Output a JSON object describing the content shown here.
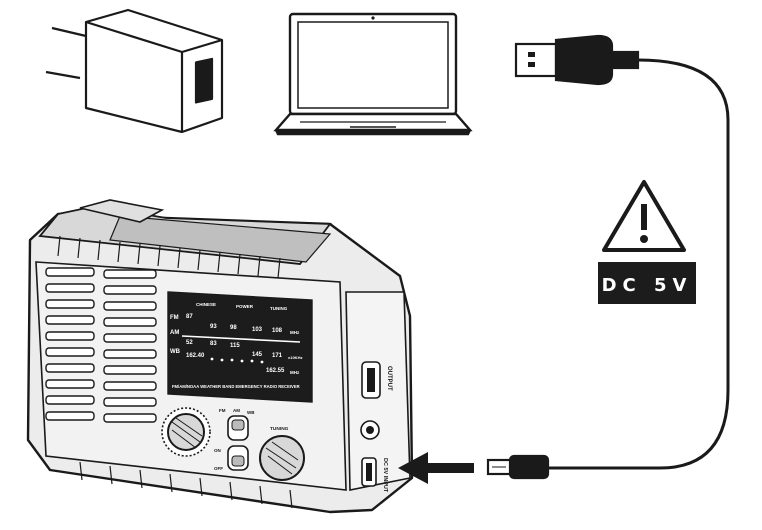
{
  "warning": {
    "label": "DC 5V",
    "icon": "warning-triangle-icon"
  },
  "devices": {
    "wall_adapter": {
      "icon": "wall-adapter-icon"
    },
    "laptop": {
      "icon": "laptop-icon"
    },
    "usb_cable": {
      "icon": "usb-cable-icon"
    }
  },
  "radio": {
    "scale": {
      "bands": [
        {
          "band": "FM",
          "values": [
            "87",
            "93",
            "98",
            "103",
            "108"
          ],
          "unit": "MHz"
        },
        {
          "band": "AM",
          "values": [
            "52",
            "83",
            "115",
            "145",
            "171"
          ],
          "unit": "x10KHz"
        },
        {
          "band": "WB",
          "values": [
            "162.40",
            "162.55"
          ],
          "unit": "MHz"
        }
      ],
      "header_labels": [
        "CHINESE",
        "POWER",
        "TUNING"
      ],
      "caption": "FM/AM/NOAA WEATHER BAND EMERGENCY RADIO RECEIVER"
    },
    "switch_labels": {
      "fm": "FM",
      "am": "AM",
      "wb": "WB",
      "on": "ON",
      "off": "OFF"
    },
    "tuning_label": "TUNING",
    "output_label": "OUTPUT",
    "dc_input_label": "DC 5V INPUT"
  },
  "colors": {
    "ink": "#1a1a1a",
    "device_fill": "#ffffff",
    "radio_body": "#e9e9e9",
    "radio_dark": "#1c1c1c",
    "scale_text": "#ffffff"
  }
}
